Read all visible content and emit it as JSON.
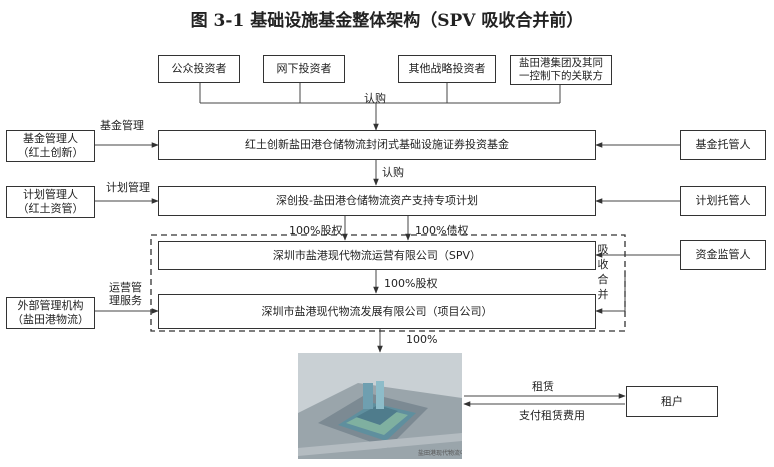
{
  "title": "图 3-1  基础设施基金整体架构（SPV 吸收合并前）",
  "investors": [
    "公众投资者",
    "网下投资者",
    "其他战略投资者",
    "盐田港集团及其同\n一控制下的关联方"
  ],
  "labels": {
    "subscribe1": "认购",
    "fund_mgmt": "基金管理",
    "subscribe2": "认购",
    "plan_mgmt": "计划管理",
    "equity_spv": "100%股权",
    "debt_spv": "100%债权",
    "equity_proj": "100%股权",
    "ops_service": "运营管\n理服务",
    "hundred": "100%",
    "merger": "吸收合并",
    "rent": "租赁",
    "rent_fee": "支付租赁费用"
  },
  "boxes": {
    "fund_manager": "基金管理人\n（红土创新）",
    "fund": "红土创新盐田港仓储物流封闭式基础设施证券投资基金",
    "custodian": "基金托管人",
    "plan_manager": "计划管理人\n（红土资管）",
    "plan": "深创投-盐田港仓储物流资产支持专项计划",
    "plan_custodian": "计划托管人",
    "spv": "深圳市盐港现代物流运营有限公司（SPV）",
    "fund_supervisor": "资金监管人",
    "ext_manager": "外部管理机构\n（盐田港物流）",
    "project_co": "深圳市盐港现代物流发展有限公司（项目公司）",
    "tenant": "租户"
  },
  "photo": {
    "caption": "盐田港现代物流中心"
  }
}
